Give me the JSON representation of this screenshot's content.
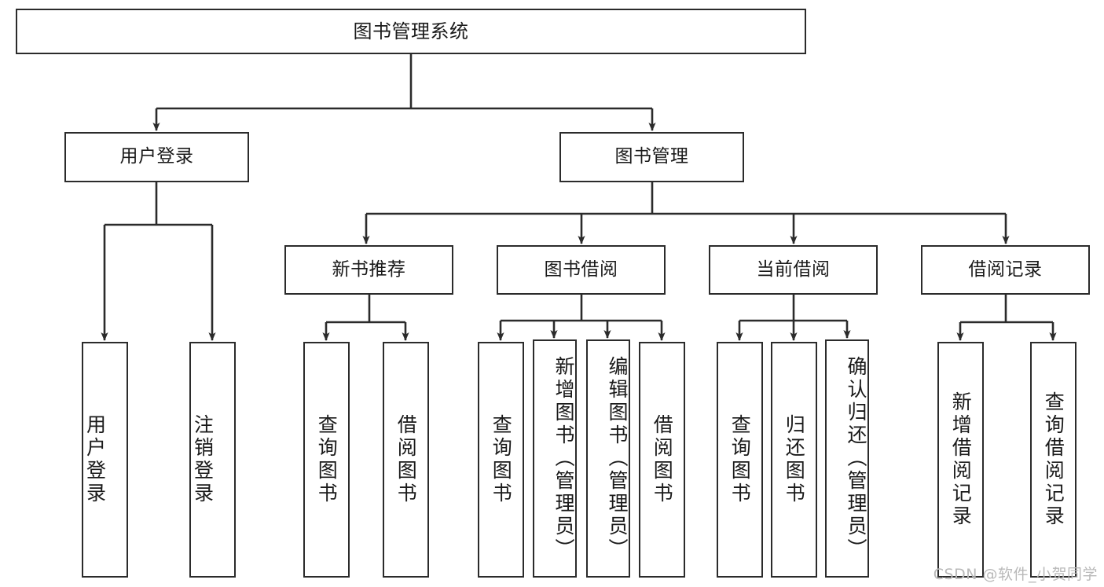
{
  "diagram": {
    "type": "tree",
    "title": "图书管理系统",
    "root": {
      "label": "图书管理系统"
    },
    "level2": [
      {
        "label": "用户登录"
      },
      {
        "label": "图书管理"
      }
    ],
    "level3": [
      {
        "label": "新书推荐"
      },
      {
        "label": "图书借阅"
      },
      {
        "label": "当前借阅"
      },
      {
        "label": "借阅记录"
      }
    ],
    "leaves": {
      "user_login": [
        {
          "label": "用户登录"
        },
        {
          "label": "注销登录"
        }
      ],
      "new_book_recommend": [
        {
          "label": "查询图书"
        },
        {
          "label": "借阅图书"
        }
      ],
      "book_borrow": [
        {
          "label": "查询图书"
        },
        {
          "label": "新增图书（管理员）"
        },
        {
          "label": "编辑图书（管理员）"
        },
        {
          "label": "借阅图书"
        }
      ],
      "current_borrow": [
        {
          "label": "查询图书"
        },
        {
          "label": "归还图书"
        },
        {
          "label": "确认归还（管理员）"
        }
      ],
      "borrow_record": [
        {
          "label": "新增借阅记录"
        },
        {
          "label": "查询借阅记录"
        }
      ]
    }
  },
  "watermark": {
    "text": "CSDN @软件_小贺同学"
  },
  "colors": {
    "border": "#2b2b2b",
    "background": "#ffffff",
    "text": "#1a1a1a",
    "watermark": "#b9b9b9"
  }
}
